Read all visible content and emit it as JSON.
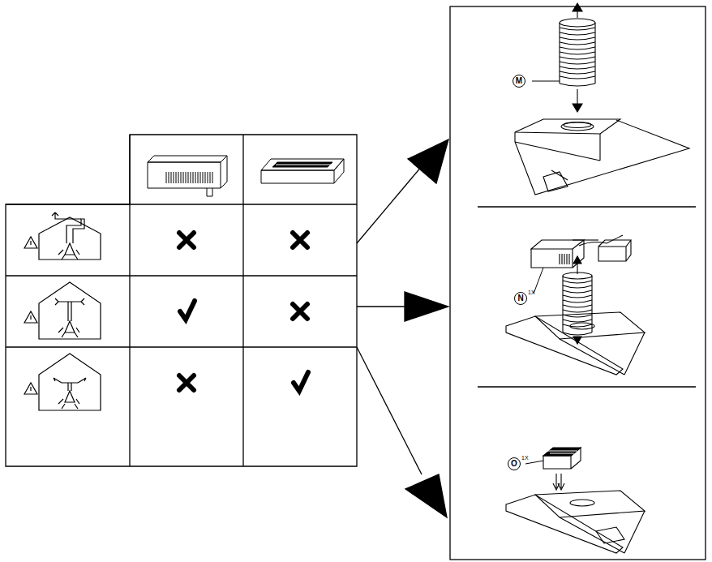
{
  "diagram": {
    "nodes": [
      {
        "text": [
          "M"
        ]
      },
      {
        "text": [
          "N"
        ]
      },
      {
        "text": [
          "O"
        ]
      }
    ],
    "labels": [
      "1X",
      "1X"
    ]
  }
}
